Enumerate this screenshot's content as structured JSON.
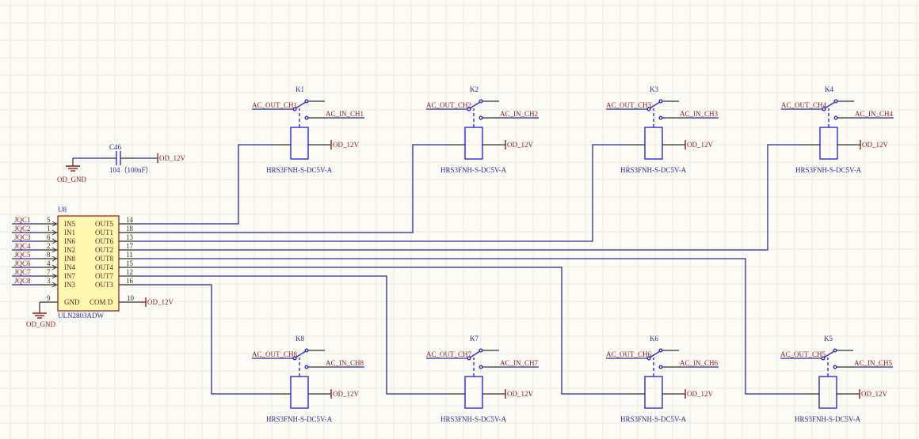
{
  "colors": {
    "background": "#fdfbf6",
    "grid": "#ece9e3",
    "wire": "#2a2a9a",
    "symbol": "#2b2bd6",
    "power_port": "#8b1a1a",
    "ic_fill": "#fdf7b0",
    "ic_border": "#8b1a1a"
  },
  "capacitor": {
    "designator": "C46",
    "value": "104（100nF）",
    "gnd_net": "OD_GND",
    "pwr_net": "OD_12V"
  },
  "ic": {
    "designator": "U8",
    "part": "ULN2803ADW",
    "inputs": [
      {
        "net": "JQC1",
        "pin": "5",
        "name": "IN5"
      },
      {
        "net": "JQC2",
        "pin": "1",
        "name": "IN1"
      },
      {
        "net": "JQC3",
        "pin": "6",
        "name": "IN6"
      },
      {
        "net": "JQC4",
        "pin": "2",
        "name": "IN2"
      },
      {
        "net": "JQC5",
        "pin": "8",
        "name": "IN8"
      },
      {
        "net": "JQC6",
        "pin": "4",
        "name": "IN4"
      },
      {
        "net": "JQC7",
        "pin": "7",
        "name": "IN7"
      },
      {
        "net": "JQC8",
        "pin": "3",
        "name": "IN3"
      }
    ],
    "outputs": [
      {
        "pin": "14",
        "name": "OUT5"
      },
      {
        "pin": "18",
        "name": "OUT1"
      },
      {
        "pin": "13",
        "name": "OUT6"
      },
      {
        "pin": "17",
        "name": "OUT2"
      },
      {
        "pin": "11",
        "name": "OUT8"
      },
      {
        "pin": "15",
        "name": "OUT4"
      },
      {
        "pin": "12",
        "name": "OUT7"
      },
      {
        "pin": "16",
        "name": "OUT3"
      }
    ],
    "gnd": {
      "pin": "9",
      "name": "GND",
      "net": "OD_GND"
    },
    "com": {
      "pin": "10",
      "name": "COM D",
      "net": "OD_12V"
    }
  },
  "relays": [
    {
      "designator": "K1",
      "part": "HRS3FNH-S-DC5V-A",
      "out_net": "AC_OUT_CH1",
      "in_net": "AC_IN_CH1",
      "pwr_net": "OD_12V"
    },
    {
      "designator": "K2",
      "part": "HRS3FNH-S-DC5V-A",
      "out_net": "AC_OUT_CH2",
      "in_net": "AC_IN_CH2",
      "pwr_net": "OD_12V"
    },
    {
      "designator": "K3",
      "part": "HRS3FNH-S-DC5V-A",
      "out_net": "AC_OUT_CH3",
      "in_net": "AC_IN_CH3",
      "pwr_net": "OD_12V"
    },
    {
      "designator": "K4",
      "part": "HRS3FNH-S-DC5V-A",
      "out_net": "AC_OUT_CH4",
      "in_net": "AC_IN_CH4",
      "pwr_net": "OD_12V"
    },
    {
      "designator": "K8",
      "part": "HRS3FNH-S-DC5V-A",
      "out_net": "AC_OUT_CH8",
      "in_net": "AC_IN_CH8",
      "pwr_net": "OD_12V"
    },
    {
      "designator": "K7",
      "part": "HRS3FNH-S-DC5V-A",
      "out_net": "AC_OUT_CH7",
      "in_net": "AC_IN_CH7",
      "pwr_net": "OD_12V"
    },
    {
      "designator": "K6",
      "part": "HRS3FNH-S-DC5V-A",
      "out_net": "AC_OUT_CH6",
      "in_net": "AC_IN_CH6",
      "pwr_net": "OD_12V"
    },
    {
      "designator": "K5",
      "part": "HRS3FNH-S-DC5V-A",
      "out_net": "AC_OUT_CH5",
      "in_net": "AC_IN_CH5",
      "pwr_net": "OD_12V"
    }
  ]
}
